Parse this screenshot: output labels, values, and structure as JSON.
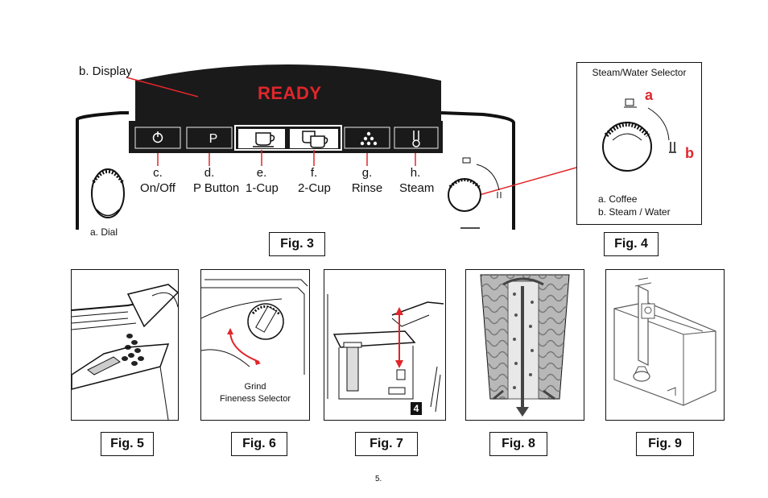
{
  "fig3": {
    "display_label": "b. Display",
    "display_text": "READY",
    "dial_label": "a. Dial",
    "buttons": [
      {
        "letter": "c.",
        "name": "On/Off",
        "symbol": "⏻"
      },
      {
        "letter": "d.",
        "name": "P Button",
        "symbol": "P"
      },
      {
        "letter": "e.",
        "name": "1-Cup",
        "symbol": "cup1"
      },
      {
        "letter": "f.",
        "name": "2-Cup",
        "symbol": "cup2"
      },
      {
        "letter": "g.",
        "name": "Rinse",
        "symbol": "drops"
      },
      {
        "letter": "h.",
        "name": "Steam",
        "symbol": "steam"
      }
    ],
    "caption": "Fig. 3"
  },
  "fig4": {
    "title": "Steam/Water Selector",
    "marker_a": "a",
    "marker_b": "b",
    "legend_a": "a. Coffee",
    "legend_b": "b. Steam / Water",
    "caption": "Fig. 4"
  },
  "fig5": {
    "caption": "Fig. 5"
  },
  "fig6": {
    "label_line1": "Grind",
    "label_line2": "Fineness Selector",
    "caption": "Fig. 6"
  },
  "fig7": {
    "badge": "4",
    "caption": "Fig. 7"
  },
  "fig8": {
    "caption": "Fig. 8"
  },
  "fig9": {
    "caption": "Fig. 9"
  },
  "page_number": "5.",
  "colors": {
    "accent_red": "#e0262b",
    "panel_dark": "#1a1a1a"
  }
}
